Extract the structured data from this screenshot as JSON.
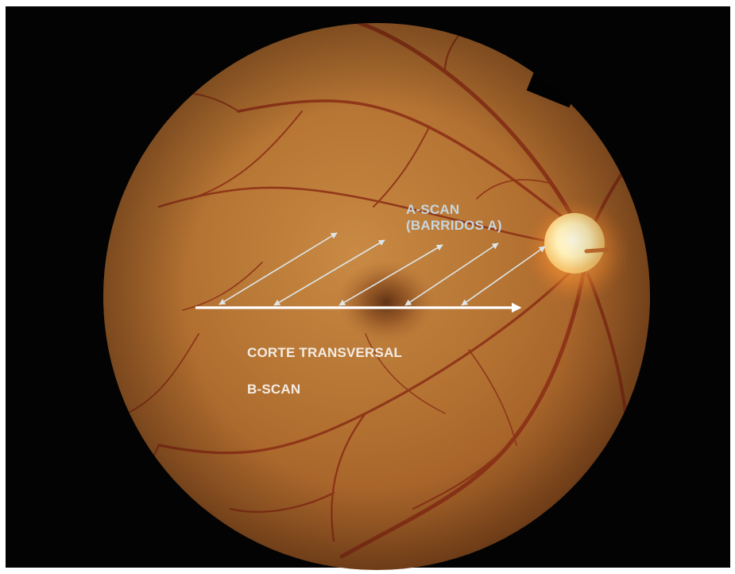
{
  "image": {
    "subject": "fundus photograph of the retina",
    "colors": {
      "background": "#030303",
      "retina_base": "#b06a2c",
      "vessel": "#8a2a14",
      "optic_disc": "#fff2c0",
      "scan_lines": "#dde6ea",
      "b_scan_arrow": "#ffffff"
    }
  },
  "labels": {
    "a_scan_line1": "A-SCAN",
    "a_scan_line2": "(BARRIDOS A)",
    "b_scan_title": "CORTE TRANSVERSAL",
    "b_scan_sub": "B-SCAN"
  },
  "icons": {
    "a_scan_arrows": "double-headed-diagonal-arrow",
    "b_scan_arrow": "right-arrow"
  }
}
